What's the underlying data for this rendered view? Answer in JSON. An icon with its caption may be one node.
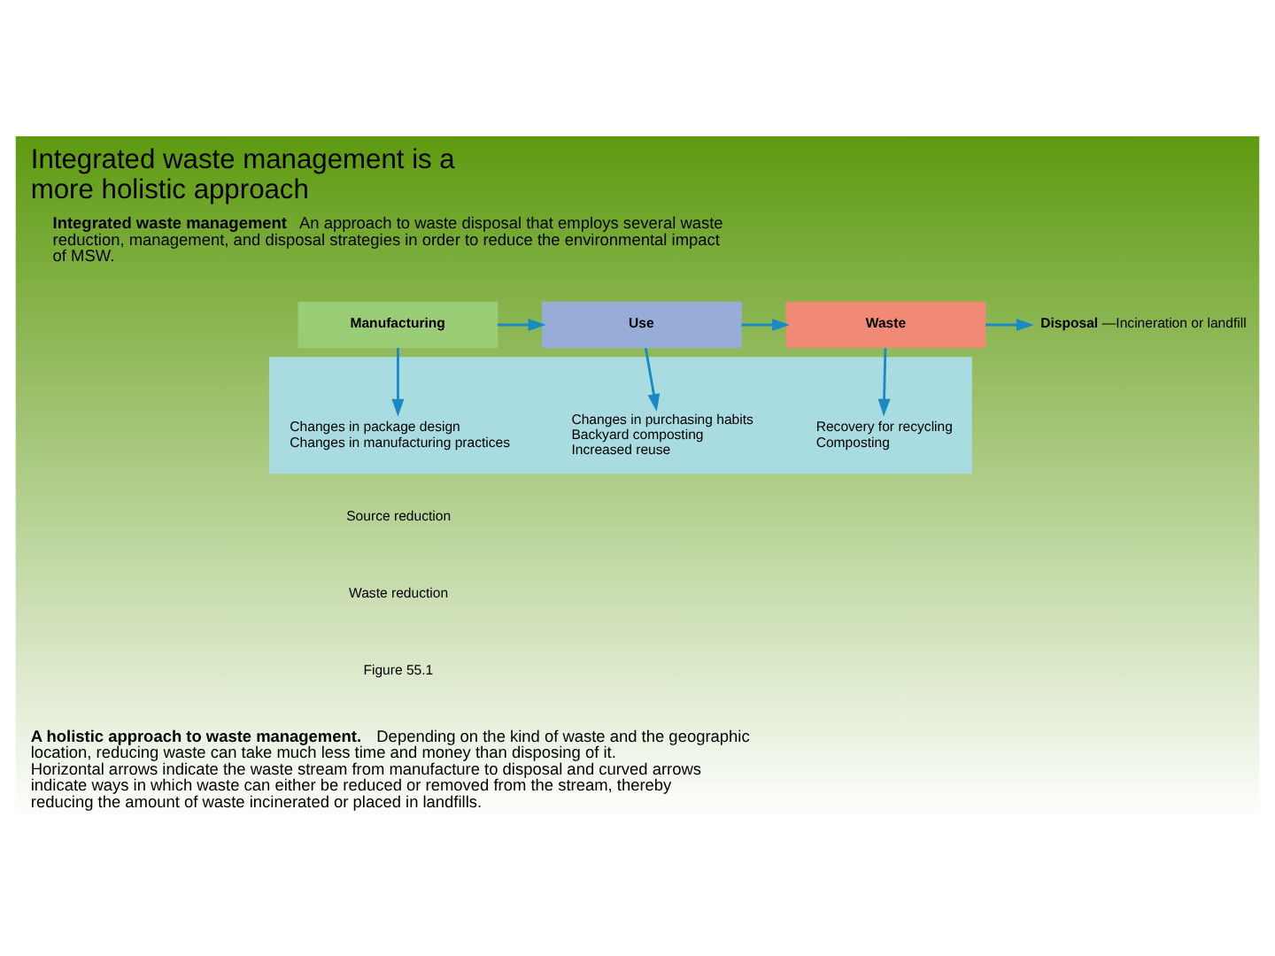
{
  "diagram": {
    "title": "Integrated waste management is a more holistic approach",
    "nodes": [
      {
        "text": [
          "Manufacturing"
        ]
      },
      {
        "text": [
          "Use"
        ]
      },
      {
        "text": [
          "Waste"
        ]
      },
      {
        "text": [
          "**Disposal**—Incineration or landfill"
        ]
      },
      {
        "text": [],
        "shape": "box"
      },
      {
        "text": [
          "Changes in package design",
          "Changes in manufacturing practices"
        ],
        "in": 4
      },
      {
        "text": [
          "Changes in purchasing habits",
          "Backyard composting",
          "Increased reuse"
        ],
        "in": 4
      },
      {
        "text": [
          "Recovery for recycling",
          "Composting"
        ],
        "in": 4
      }
    ],
    "edges": [
      {
        "from": 0,
        "to": 1,
        "arrow": "to"
      },
      {
        "from": 1,
        "to": 2,
        "arrow": "to"
      },
      {
        "from": 2,
        "to": 3,
        "arrow": "to"
      },
      {
        "from": 0,
        "to": 5,
        "arrow": "to"
      },
      {
        "from": 1,
        "to": 6,
        "arrow": "to"
      },
      {
        "from": 2,
        "to": 7,
        "arrow": "to"
      }
    ],
    "labels": [
      "**Integrated waste management** An approach to waste disposal that employs several waste reduction, management, and disposal strategies in order to reduce the environmental impact of MSW.",
      "Source reduction",
      "Waste reduction",
      "Figure 55.1",
      "**A holistic approach to waste management.** Depending on the kind of waste and the geographic location, reducing waste can take much less time and money than disposing of it. Horizontal arrows indicate the waste stream from manufacture to disposal and curved arrows indicate ways in which waste can either be reduced or removed from the stream, thereby reducing the amount of waste incinerated or placed in landfills."
    ]
  }
}
